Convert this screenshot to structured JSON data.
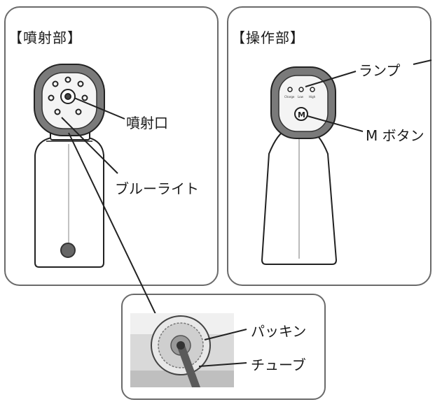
{
  "sections": {
    "spray": {
      "title": "【噴射部】"
    },
    "control": {
      "title": "【操作部】"
    }
  },
  "labels": {
    "nozzle": "噴射口",
    "blue_light": "ブルーライト",
    "lamp": "ランプ",
    "m_button": "M ボタン",
    "packing": "パッキン",
    "tube": "チューブ"
  },
  "device": {
    "m_button_glyph": "M",
    "lamp_captions": [
      "Charge",
      "Low",
      "High"
    ]
  }
}
